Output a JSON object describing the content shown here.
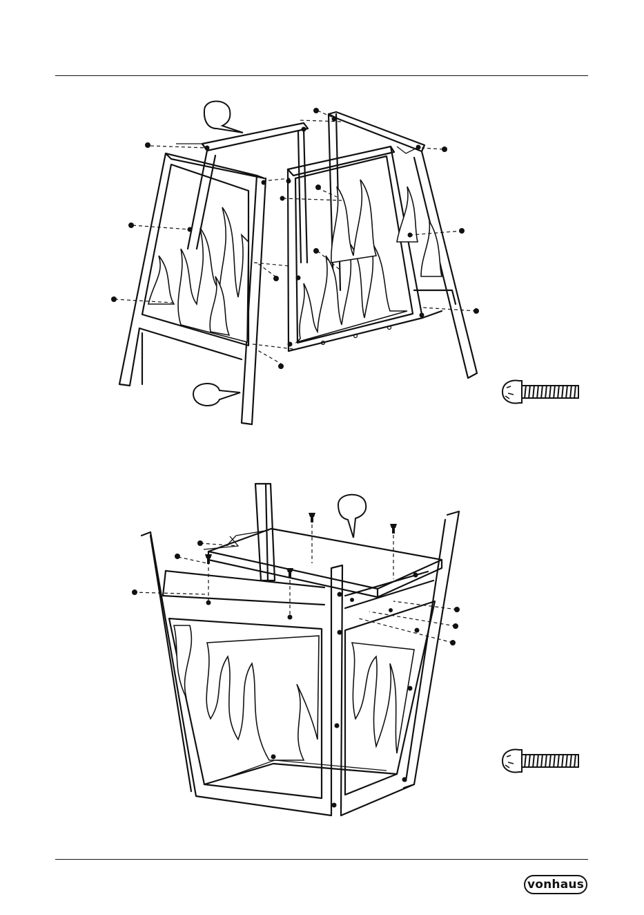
{
  "brand": {
    "logo_text": "vonhaus"
  },
  "figures": [
    {
      "name": "step-side-panels-assembly",
      "hardware_icon": "bolt-icon"
    },
    {
      "name": "step-top-plate-assembly",
      "hardware_icon": "bolt-icon"
    }
  ],
  "colors": {
    "line": "#111111",
    "background": "#ffffff"
  }
}
